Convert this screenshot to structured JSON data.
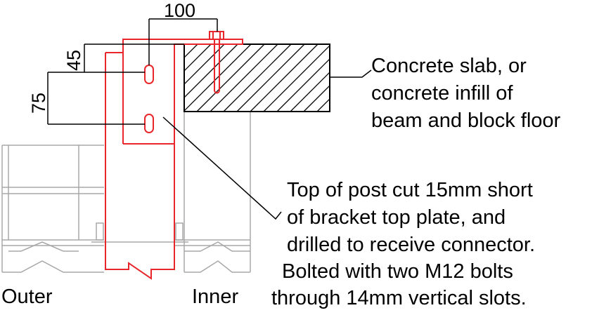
{
  "dimensions": {
    "width_label": "100",
    "top_offset_label": "45",
    "slot_spacing_label": "75"
  },
  "labels": {
    "slab": [
      "Concrete slab, or",
      "concrete infill of",
      "beam and block floor"
    ],
    "post": [
      "Top of post cut 15mm short",
      "of bracket top plate, and",
      "drilled to receive connector.",
      "Bolted with two M12 bolts",
      "through 14mm vertical slots."
    ],
    "outer": "Outer",
    "inner": "Inner"
  },
  "colors": {
    "bracket": "#e8262b",
    "lines": "#000000",
    "panel": "#a8a8a8"
  }
}
